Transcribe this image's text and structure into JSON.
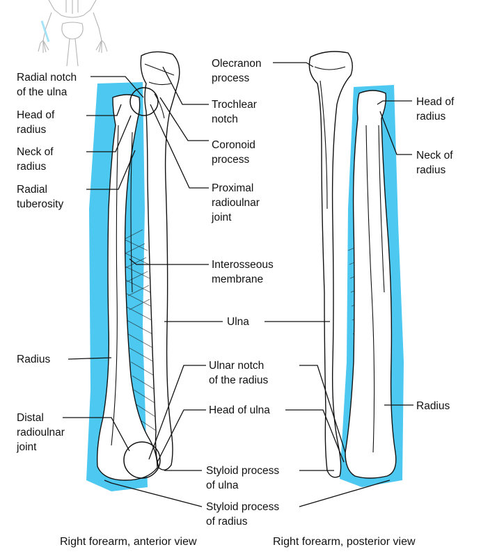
{
  "colors": {
    "radius_highlight": "#4dc8f0",
    "ink": "#111111",
    "bone": "#ffffff"
  },
  "labels": {
    "radial_notch": [
      "Radial notch",
      "of the ulna"
    ],
    "head_radius_left": [
      "Head of",
      "radius"
    ],
    "neck_radius_left": [
      "Neck of",
      "radius"
    ],
    "radial_tuberosity": [
      "Radial",
      "tuberosity"
    ],
    "radius_left": [
      "Radius"
    ],
    "distal_radioulnar": [
      "Distal",
      "radioulnar",
      "joint"
    ],
    "olecranon": [
      "Olecranon",
      "process"
    ],
    "trochlear_notch": [
      "Trochlear",
      "notch"
    ],
    "coronoid": [
      "Coronoid",
      "process"
    ],
    "proximal_radioulnar": [
      "Proximal",
      "radioulnar",
      "joint"
    ],
    "interosseous": [
      "Interosseous",
      "membrane"
    ],
    "ulna": [
      "Ulna"
    ],
    "ulnar_notch": [
      "Ulnar notch",
      "of the radius"
    ],
    "head_ulna": [
      "Head of ulna"
    ],
    "styloid_ulna": [
      "Styloid process",
      "of ulna"
    ],
    "styloid_radius": [
      "Styloid process",
      "of radius"
    ],
    "head_radius_right": [
      "Head of",
      "radius"
    ],
    "neck_radius_right": [
      "Neck of",
      "radius"
    ],
    "radius_right": [
      "Radius"
    ]
  },
  "captions": {
    "anterior": "Right forearm, anterior view",
    "posterior": "Right forearm, posterior view"
  }
}
